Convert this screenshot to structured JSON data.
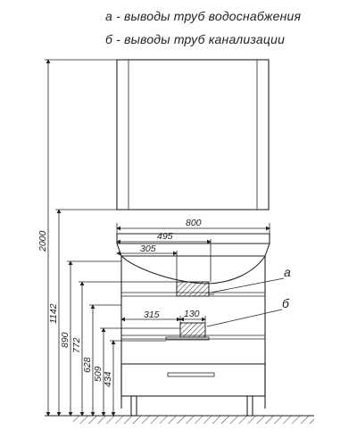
{
  "legend": {
    "a": "а - выводы труб водоснабжения",
    "b": "б - выводы труб канализации"
  },
  "dimensions": {
    "width_total": "800",
    "width_495": "495",
    "width_305": "305",
    "width_315": "315",
    "width_130": "130",
    "height_2000": "2000",
    "height_1142": "1142",
    "height_890": "890",
    "height_772": "772",
    "height_628": "628",
    "height_509": "509",
    "height_434": "434"
  },
  "labels": {
    "a": "а",
    "b": "б"
  }
}
